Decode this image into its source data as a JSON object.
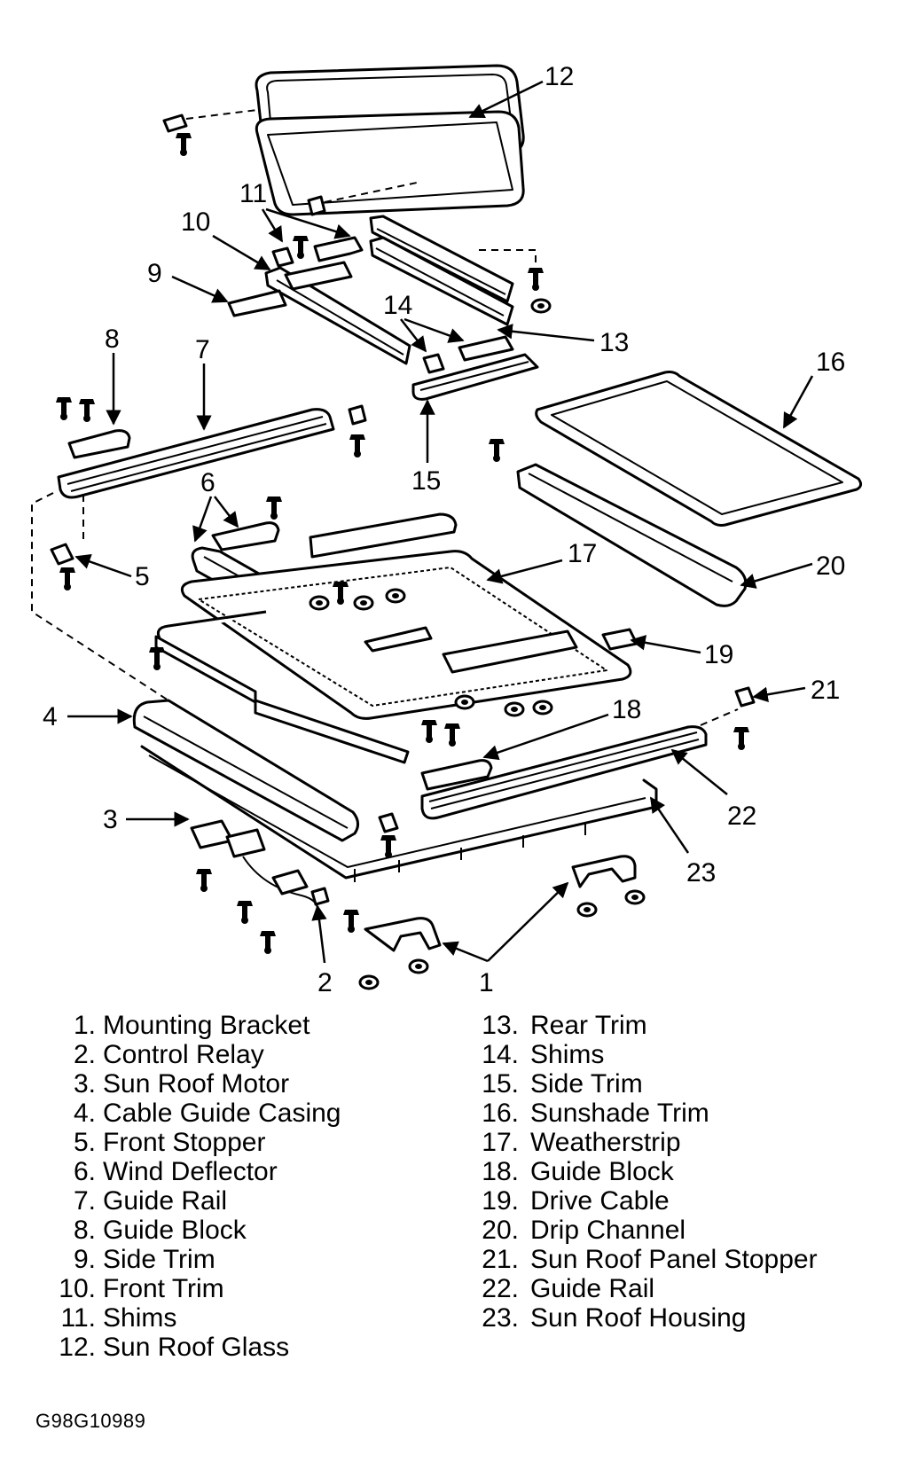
{
  "callouts": [
    "1",
    "2",
    "3",
    "4",
    "5",
    "6",
    "7",
    "8",
    "9",
    "10",
    "11",
    "12",
    "13",
    "14",
    "15",
    "16",
    "17",
    "18",
    "19",
    "20",
    "21",
    "22",
    "23"
  ],
  "legend": {
    "left": [
      {
        "num": "1.",
        "label": "Mounting Bracket"
      },
      {
        "num": "2.",
        "label": "Control Relay"
      },
      {
        "num": "3.",
        "label": "Sun Roof Motor"
      },
      {
        "num": "4.",
        "label": "Cable Guide Casing"
      },
      {
        "num": "5.",
        "label": "Front Stopper"
      },
      {
        "num": "6.",
        "label": "Wind Deflector"
      },
      {
        "num": "7.",
        "label": "Guide Rail"
      },
      {
        "num": "8.",
        "label": "Guide Block"
      },
      {
        "num": "9.",
        "label": "Side Trim"
      },
      {
        "num": "10.",
        "label": "Front Trim"
      },
      {
        "num": "11.",
        "label": "Shims"
      },
      {
        "num": "12.",
        "label": "Sun Roof Glass"
      }
    ],
    "right": [
      {
        "num": "13.",
        "label": "Rear Trim"
      },
      {
        "num": "14.",
        "label": "Shims"
      },
      {
        "num": "15.",
        "label": "Side Trim"
      },
      {
        "num": "16.",
        "label": "Sunshade Trim"
      },
      {
        "num": "17.",
        "label": "Weatherstrip"
      },
      {
        "num": "18.",
        "label": "Guide Block"
      },
      {
        "num": "19.",
        "label": "Drive Cable"
      },
      {
        "num": "20.",
        "label": "Drip Channel"
      },
      {
        "num": "21.",
        "label": "Sun Roof Panel Stopper"
      },
      {
        "num": "22.",
        "label": "Guide Rail"
      },
      {
        "num": "23.",
        "label": "Sun Roof Housing"
      }
    ]
  },
  "figure_code": "G98G10989"
}
